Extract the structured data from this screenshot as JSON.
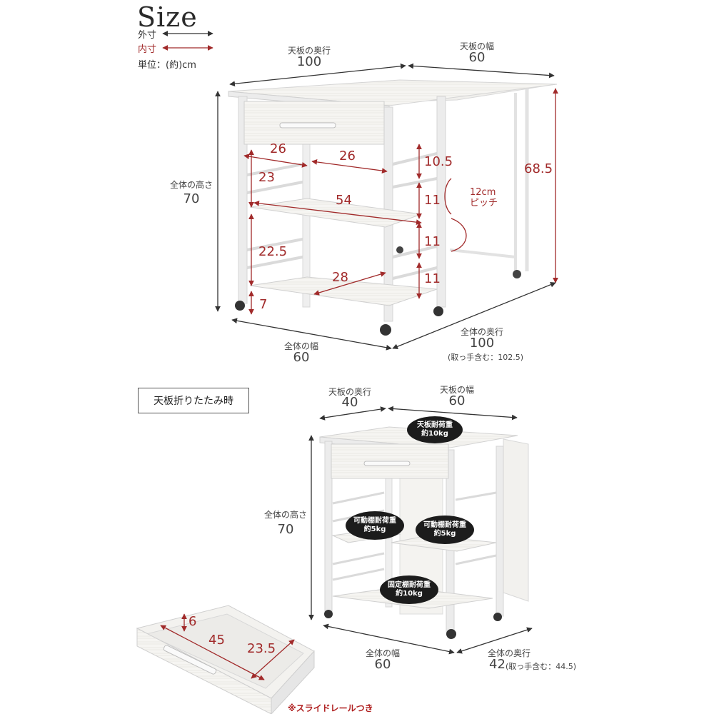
{
  "title": "Size",
  "legend": {
    "outer": "外寸",
    "inner": "内寸",
    "unit": "単位：(約)cm"
  },
  "top_view": {
    "depth_label": "天板の奥行",
    "depth_value": "100",
    "width_label": "天板の幅",
    "width_value": "60",
    "height_label": "全体の高さ",
    "height_value": "70",
    "leaf_height": "68.5",
    "base_width_label": "全体の幅",
    "base_width_value": "60",
    "base_depth_label": "全体の奥行",
    "base_depth_value": "100",
    "base_depth_note": "(取っ手含む：102.5)",
    "pitch_label_1": "12cm",
    "pitch_label_2": "ピッチ",
    "inner": {
      "w1": "26",
      "w2": "26",
      "h1": "23",
      "shelf_w": "54",
      "h2": "22.5",
      "bottom_w": "28",
      "foot": "7",
      "drawer_h": "10.5",
      "pitch1": "11",
      "pitch2": "11",
      "pitch3": "11"
    }
  },
  "folded_view": {
    "box_label": "天板折りたたみ時",
    "depth_label": "天板の奥行",
    "depth_value": "40",
    "width_label": "天板の幅",
    "width_value": "60",
    "height_label": "全体の高さ",
    "height_value": "70",
    "base_width_label": "全体の幅",
    "base_width_value": "60",
    "base_depth_label": "全体の奥行",
    "base_depth_value": "42",
    "base_depth_note": "(取っ手含む：44.5)",
    "badges": [
      {
        "line1": "天板耐荷重",
        "line2": "約10kg"
      },
      {
        "line1": "可動棚耐荷重",
        "line2": "約5kg"
      },
      {
        "line1": "可動棚耐荷重",
        "line2": "約5kg"
      },
      {
        "line1": "固定棚耐荷重",
        "line2": "約10kg"
      }
    ]
  },
  "drawer": {
    "height": "6",
    "width": "45",
    "depth": "23.5",
    "note": "※スライドレールつき"
  },
  "colors": {
    "outer_arrow": "#333333",
    "inner_arrow": "#a12a2a",
    "frame": "#e6e6e6",
    "badge_bg": "#1c1c1c"
  }
}
